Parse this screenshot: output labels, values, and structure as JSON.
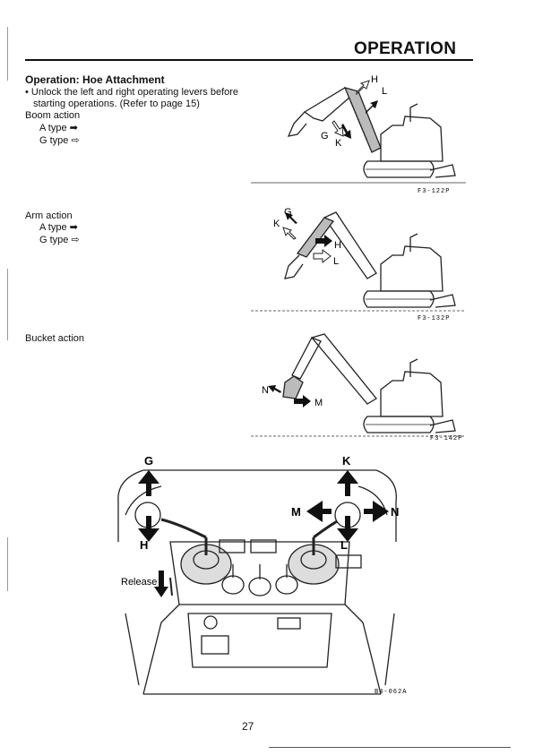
{
  "header": {
    "title": "OPERATION"
  },
  "section": {
    "title": "Operation: Hoe Attachment",
    "instruction_line1": "• Unlock the left and right operating levers before",
    "instruction_line2": "starting operations. (Refer to page 15)"
  },
  "boom": {
    "label": "Boom action",
    "a_type": "A type",
    "g_type": "G type",
    "a_glyph": "➡",
    "g_glyph": "⇨",
    "figure_code": "F3-122P",
    "arrow_labels": {
      "h": "H",
      "l": "L",
      "g": "G",
      "k": "K"
    }
  },
  "arm": {
    "label": "Arm action",
    "a_type": "A type",
    "g_type": "G type",
    "a_glyph": "➡",
    "g_glyph": "⇨",
    "figure_code": "F3-132P",
    "arrow_labels": {
      "g": "G",
      "k": "K",
      "h": "H",
      "l": "L"
    }
  },
  "bucket": {
    "label": "Bucket action",
    "figure_code": "F3-142P",
    "arrow_labels": {
      "n": "N",
      "m": "M"
    }
  },
  "controls": {
    "labels": {
      "g": "G",
      "h": "H",
      "k": "K",
      "l": "L",
      "m": "M",
      "n": "N"
    },
    "release_label": "Release",
    "figure_code": "B4-062A"
  },
  "page_number": "27"
}
